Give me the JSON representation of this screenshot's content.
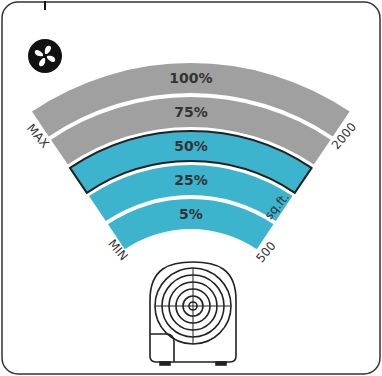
{
  "diagram": {
    "nodes": [
      {
        "text": [
          "100%"
        ]
      },
      {
        "text": [
          "75%"
        ]
      },
      {
        "text": [
          "50%"
        ]
      },
      {
        "text": [
          "25%"
        ]
      },
      {
        "text": [
          "5%"
        ]
      }
    ],
    "labels": [
      "MAX",
      "2000",
      "sq.ft.",
      "MIN",
      "500"
    ]
  }
}
